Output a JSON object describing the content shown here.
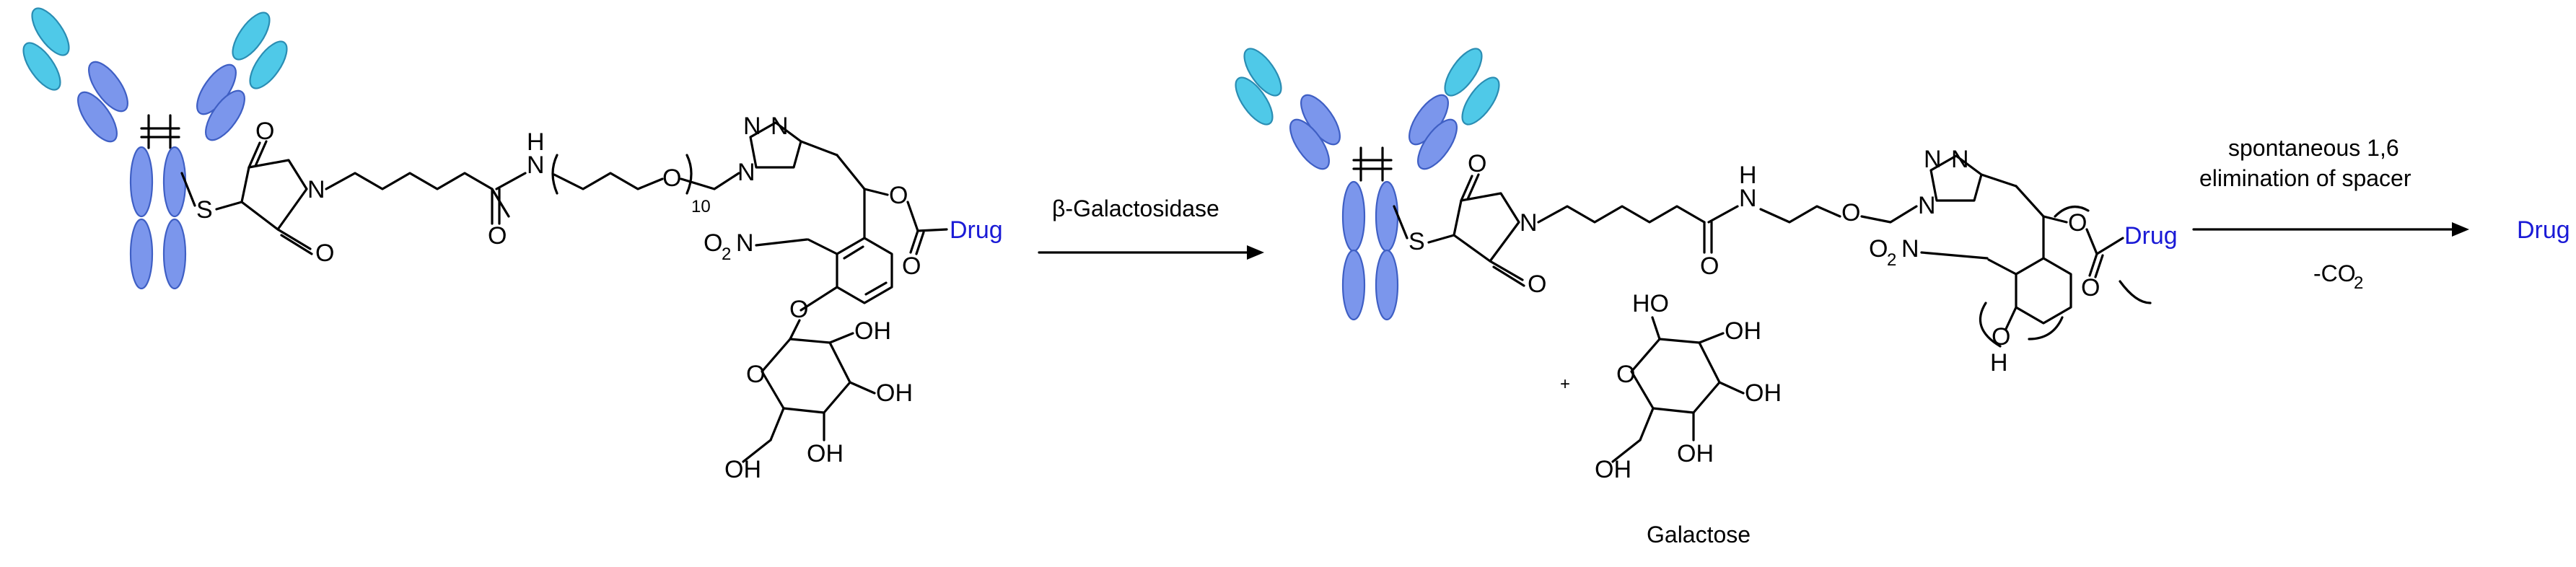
{
  "atoms": {
    "S": "S",
    "O": "O",
    "N": "N",
    "H": "H",
    "OH": "OH",
    "HO": "HO",
    "NO2_main": "O",
    "NO2_n": "N",
    "NO2_sub": "2",
    "peg_count": "10",
    "drug": "Drug"
  },
  "arrow1": {
    "label": "β-Galactosidase"
  },
  "arrow2": {
    "label_line1": "spontaneous 1,6",
    "label_line2": "elimination of spacer",
    "label_below": "-CO",
    "label_below_sub": "2"
  },
  "byproducts": {
    "plus": "+",
    "galactose_label": "Galactose"
  },
  "product": {
    "drug": "Drug"
  },
  "colors": {
    "antibody_heavy": "#7b96ec",
    "antibody_light": "#4fc9e8",
    "drug_text": "#1a1ad6"
  }
}
